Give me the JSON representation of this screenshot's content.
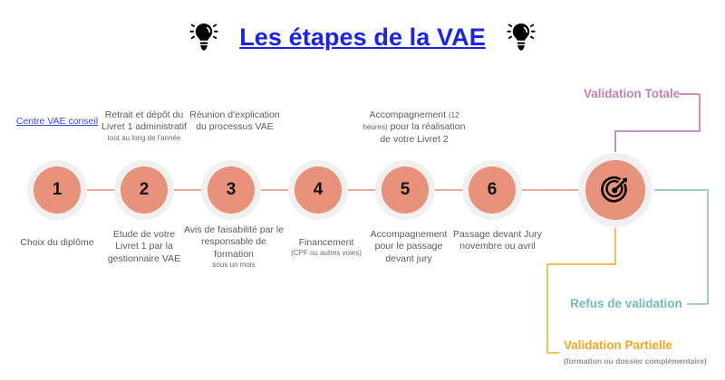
{
  "header": {
    "title": "Les étapes de la VAE",
    "title_color": "#1a22f0",
    "left_icon": "lightbulb-icon",
    "right_icon": "lightbulb-icon"
  },
  "theme": {
    "step_circle": "#e8917b",
    "step_ring": "#f0f0ee",
    "connector": "#e8917b",
    "caption_text": "#5b5b5b",
    "link": "#3b4ad6",
    "validation_totale": "#bd82b8",
    "refus_de_validation": "#6fbdbd",
    "validation_partielle": "#f5a623",
    "subtitle_gray": "#8f8f8f"
  },
  "steps": [
    {
      "number": "1",
      "above": "Centre VAE conseil",
      "above_is_link": true,
      "above_small": "",
      "below": "Choix du diplôme",
      "below_small": ""
    },
    {
      "number": "2",
      "above": "Retrait et dépôt du Livret 1 administratif",
      "above_is_link": false,
      "above_small": "tout au long de l'année",
      "below": "Etude de votre Livret 1 par la gestionnaire VAE",
      "below_small": ""
    },
    {
      "number": "3",
      "above": "Réunion d'explication du processus VAE",
      "above_is_link": false,
      "above_small": "",
      "below": "Avis de faisabilité par le responsable de formation",
      "below_small": "sous un mois"
    },
    {
      "number": "4",
      "above": "",
      "above_is_link": false,
      "above_small": "",
      "below": "Financement",
      "below_small": "(CPF ou autres voies)"
    },
    {
      "number": "5",
      "above_part1": "Accompagnement",
      "above_inline_small": "(12 heures)",
      "above_part2": " pour la réalisation de votre Livret 2",
      "above": "Accompagnement (12 heures) pour la réalisation de votre Livret 2",
      "above_is_link": false,
      "above_small": "",
      "below": "Accompagnement pour le passage devant jury",
      "below_small": ""
    },
    {
      "number": "6",
      "above": "",
      "above_is_link": false,
      "above_small": "",
      "below": "Passage devant Jury novembre ou avril",
      "below_small": ""
    }
  ],
  "final_node": {
    "icon": "target-icon"
  },
  "outcomes": [
    {
      "id": "validation-totale",
      "label": "Validation Totale",
      "color": "#bd82b8",
      "subtitle": ""
    },
    {
      "id": "refus-de-validation",
      "label": "Refus de validation",
      "color": "#6fbdbd",
      "subtitle": ""
    },
    {
      "id": "validation-partielle",
      "label": "Validation Partielle",
      "color": "#f5a623",
      "subtitle": "(formation ou dossier complémentaire)"
    }
  ]
}
